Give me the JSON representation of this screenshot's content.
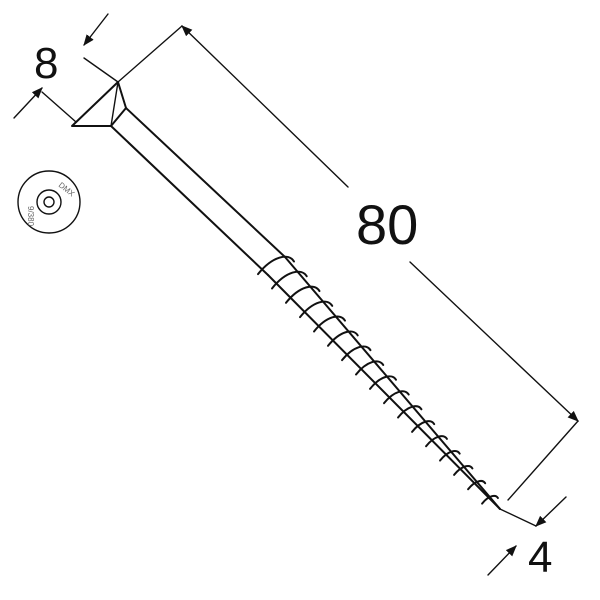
{
  "dimensions": {
    "head_diameter": "8",
    "length": "80",
    "thread_diameter": "4"
  },
  "head_stamp": {
    "brand": "DMX",
    "code": "9/380"
  },
  "colors": {
    "stroke": "#111111",
    "background": "#ffffff"
  }
}
